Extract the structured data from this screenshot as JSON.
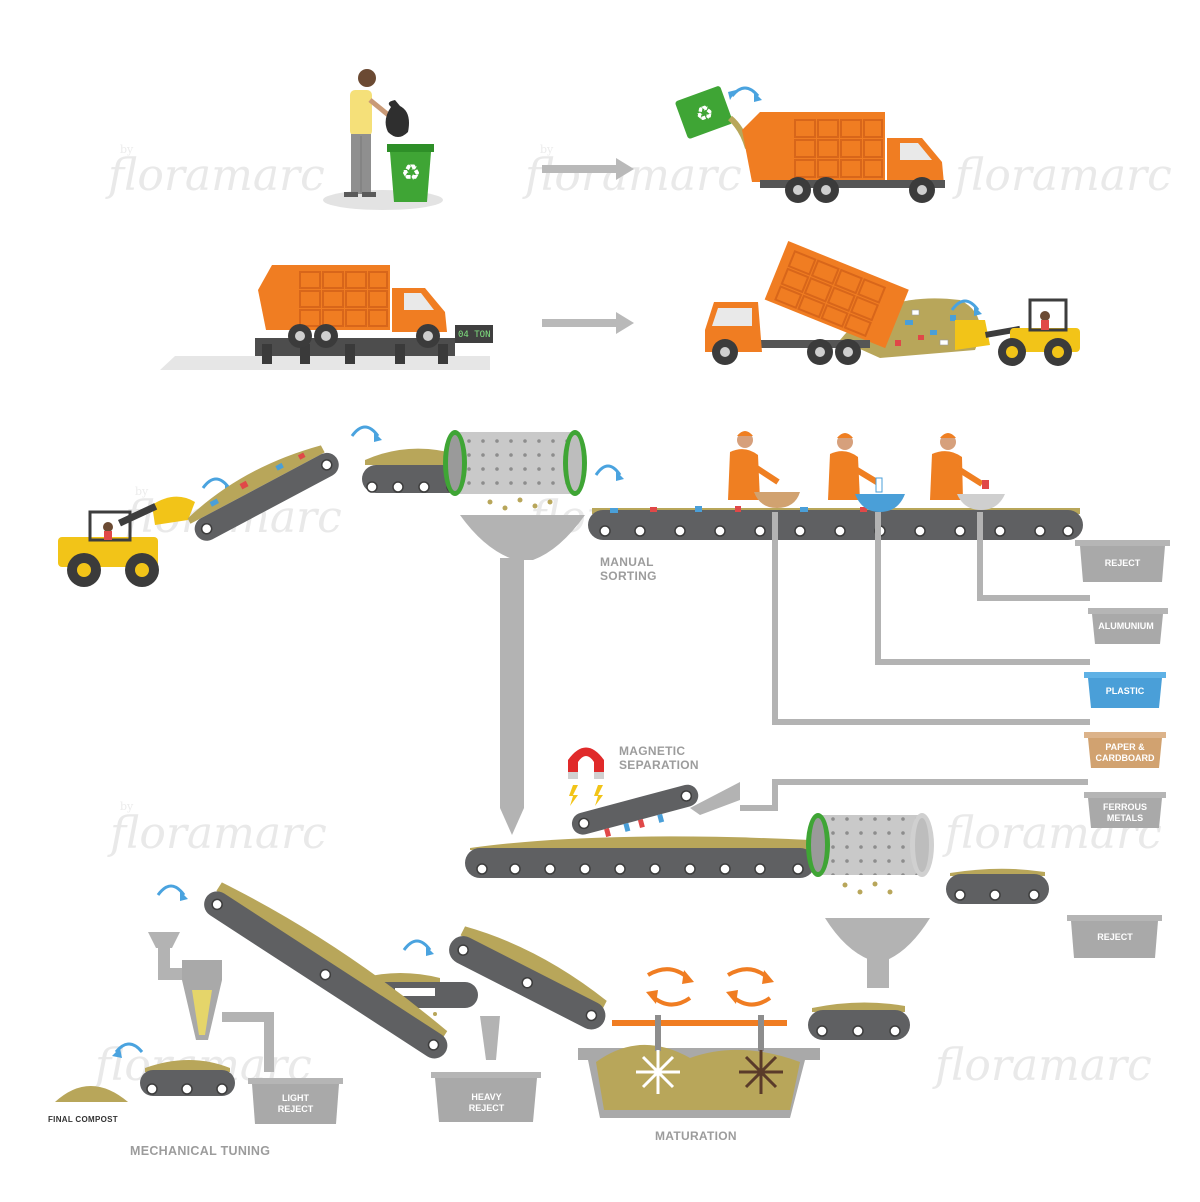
{
  "watermark": {
    "text": "floramarc",
    "prefix": "by"
  },
  "scale_readout": "04 TON",
  "labels": {
    "manual_sorting": "MANUAL\nSORTING",
    "magnetic_separation": "MAGNETIC\nSEPARATION",
    "mechanical_tuning": "MECHANICAL TUNING",
    "maturation": "MATURATION",
    "final_compost": "FINAL COMPOST"
  },
  "bins": {
    "reject_top": "REJECT",
    "aluminium": "ALUMUNIUM",
    "plastic": "PLASTIC",
    "paper": "PAPER &\nCARDBOARD",
    "ferrous": "FERROUS\nMETALS",
    "reject_mid": "REJECT",
    "light_reject": "LIGHT\nREJECT",
    "heavy_reject": "HEAVY\nREJECT"
  },
  "colors": {
    "truck_orange": "#f07d22",
    "bin_green": "#3fa535",
    "loader_yellow": "#f2c418",
    "belt_dark": "#5f6062",
    "compost": "#b8a65a",
    "bin_grey": "#a9a9a9",
    "plastic_blue": "#4a9fd8",
    "paper_tan": "#d1a270",
    "arrow_blue": "#4aa3df",
    "arrow_orange": "#f07d22",
    "worker_orange": "#ef7f22",
    "pipe_grey": "#b3b3b3"
  }
}
